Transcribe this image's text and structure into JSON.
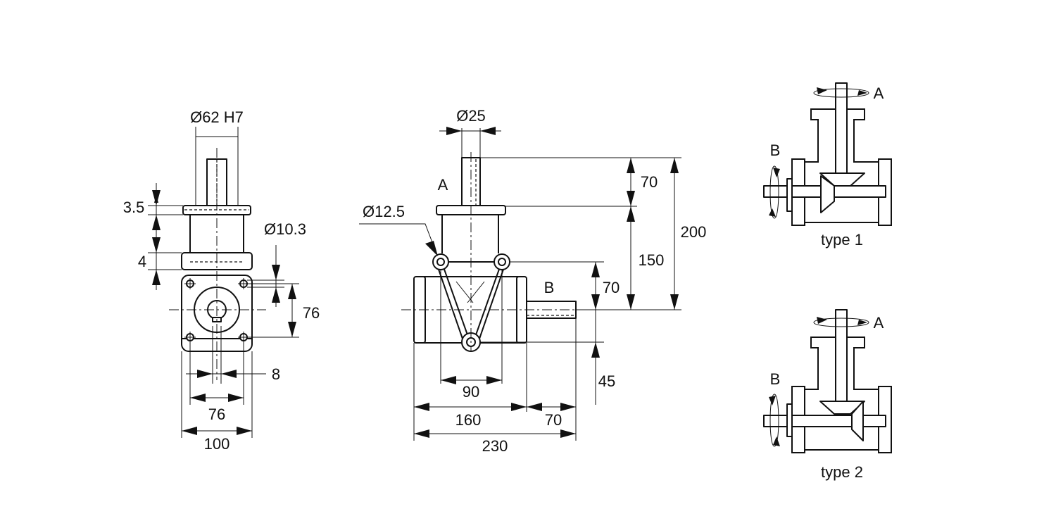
{
  "side_view": {
    "d_bore": "Ø62 H7",
    "d_hole": "Ø10.3",
    "flange_thickness": "3.5",
    "hub_thickness": "4",
    "hole_spacing_v": "76",
    "offset": "8",
    "hole_spacing_h": "76",
    "width": "100"
  },
  "front_view": {
    "d_shaft": "Ø25",
    "d_pin": "Ø12.5",
    "shaft_a": "A",
    "shaft_b": "B",
    "dim_70_top": "70",
    "dim_150": "150",
    "dim_200": "200",
    "dim_70_side": "70",
    "dim_45": "45",
    "dim_90": "90",
    "dim_160": "160",
    "dim_70_bottom": "70",
    "dim_230": "230"
  },
  "type1": {
    "label_a": "A",
    "label_b": "B",
    "caption": "type 1"
  },
  "type2": {
    "label_a": "A",
    "label_b": "B",
    "caption": "type 2"
  }
}
